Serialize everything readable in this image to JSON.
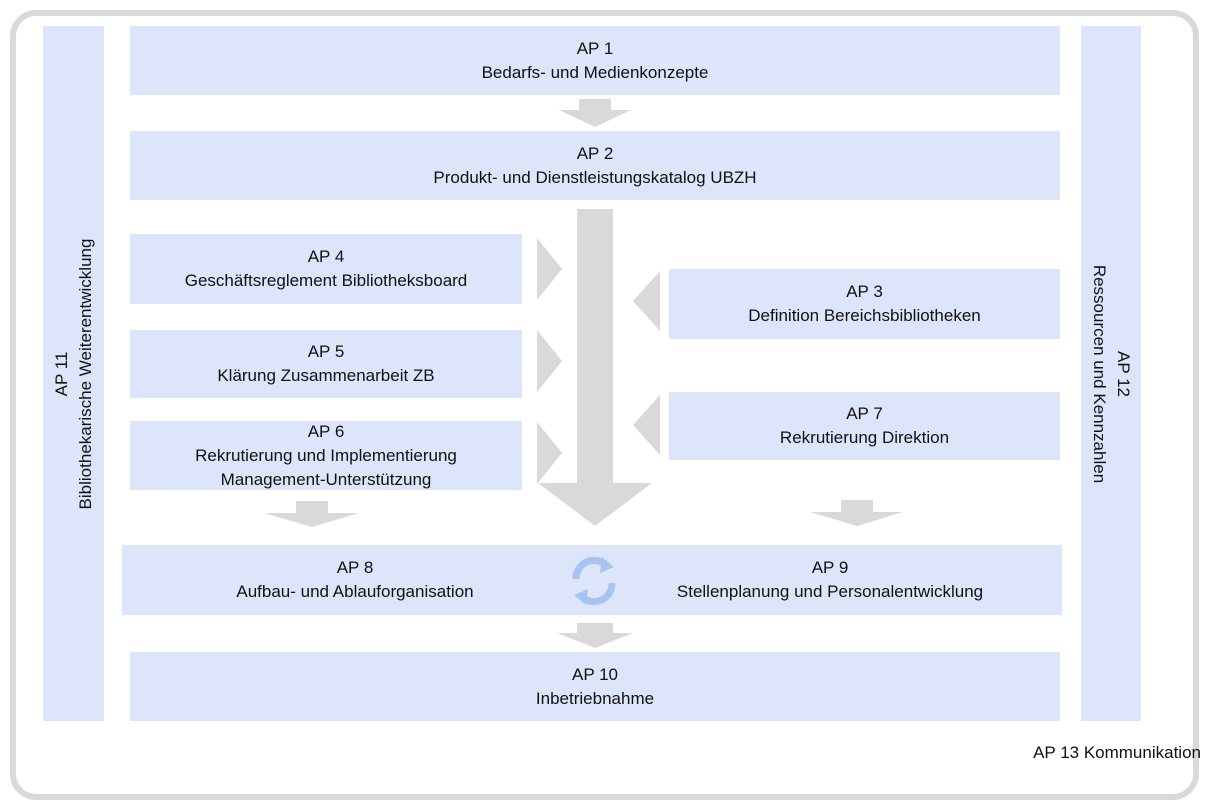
{
  "boxes": {
    "ap1": {
      "title": "AP 1",
      "lines": [
        "Bedarfs- und Medienkonzepte"
      ]
    },
    "ap2": {
      "title": "AP 2",
      "lines": [
        "Produkt- und Dienstleistungskatalog UBZH"
      ]
    },
    "ap3": {
      "title": "AP 3",
      "lines": [
        "Definition Bereichsbibliotheken"
      ]
    },
    "ap4": {
      "title": "AP 4",
      "lines": [
        "Geschäftsreglement Bibliotheksboard"
      ]
    },
    "ap5": {
      "title": "AP 5",
      "lines": [
        "Klärung Zusammenarbeit ZB"
      ]
    },
    "ap6": {
      "title": "AP 6",
      "lines": [
        "Rekrutierung und Implementierung",
        "Management-Unterstützung"
      ]
    },
    "ap7": {
      "title": "AP 7",
      "lines": [
        "Rekrutierung Direktion"
      ]
    },
    "ap8": {
      "title": "AP 8",
      "lines": [
        "Aufbau- und Ablauforganisation"
      ]
    },
    "ap9": {
      "title": "AP 9",
      "lines": [
        "Stellenplanung und Personalentwicklung"
      ]
    },
    "ap10": {
      "title": "AP 10",
      "lines": [
        "Inbetriebnahme"
      ]
    },
    "ap11": {
      "title": "AP 11",
      "lines": [
        "Bibliothekarische Weiterentwicklung"
      ]
    },
    "ap12": {
      "title": "AP 12",
      "lines": [
        "Ressourcen und Kennzahlen"
      ]
    }
  },
  "footer": "AP 13 Kommunikation",
  "colors": {
    "box_fill": "#dde5fa",
    "arrow": "#d9d9d9",
    "frame": "#d9d9d9",
    "cycle_icon": "#a9c3f0"
  },
  "icons": {
    "cycle": "cycle-arrows-icon"
  }
}
